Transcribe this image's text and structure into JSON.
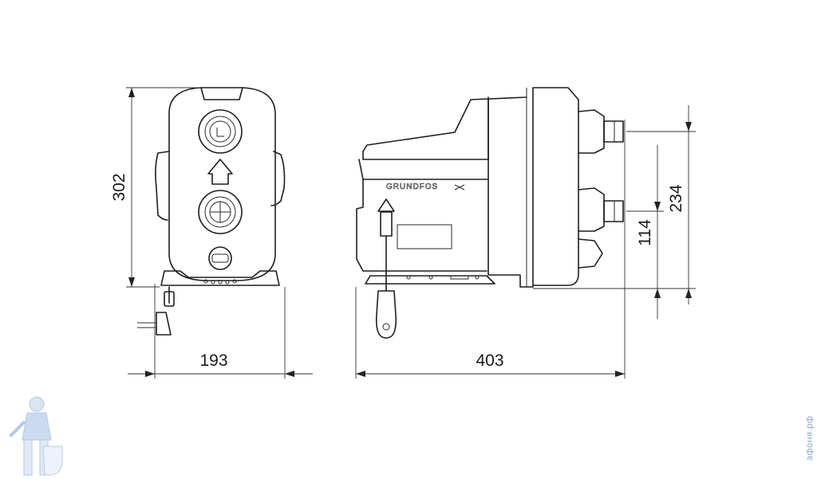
{
  "dimensions": {
    "front_height": "302",
    "front_width": "193",
    "side_length": "403",
    "outlet_height": "234",
    "inlet_height": "114"
  },
  "brand": "GRUNDFOS",
  "watermark_text": "афоня.рф",
  "colors": {
    "line": "#1e1e1e",
    "watermark": "#8fa9c9"
  }
}
